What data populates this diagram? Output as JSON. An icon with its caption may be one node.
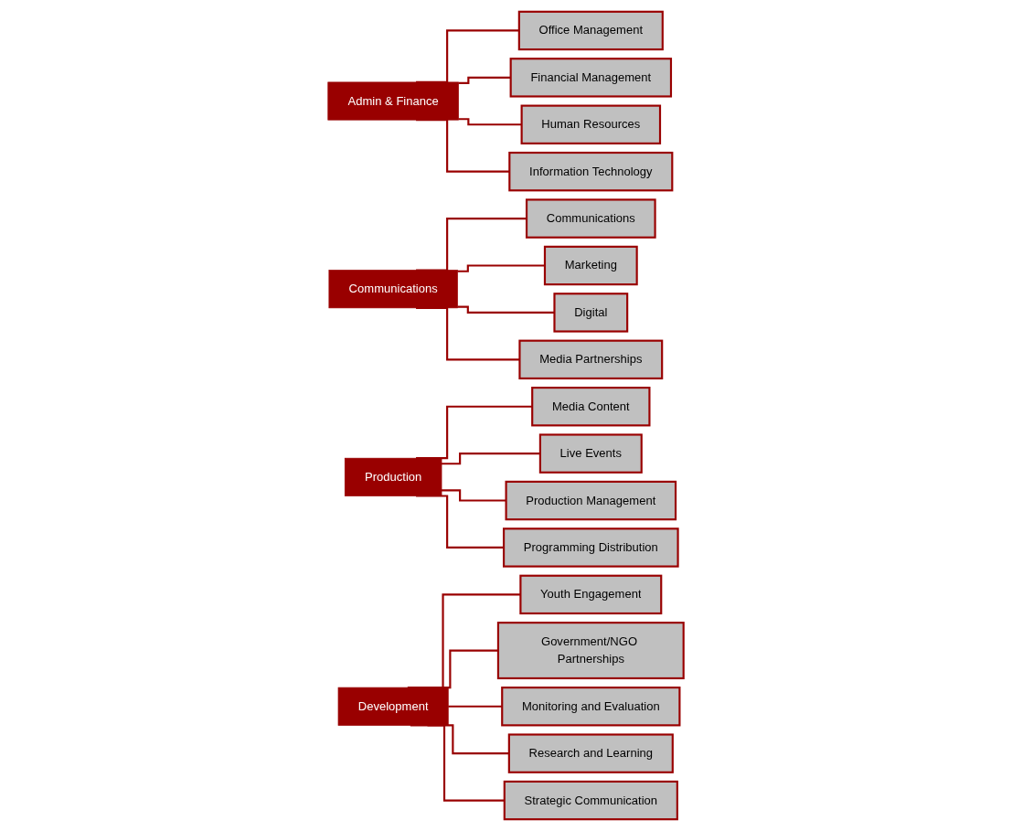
{
  "diagram": {
    "nodes": [
      {
        "text": [
          "Admin & Finance"
        ]
      },
      {
        "text": [
          "Office Management"
        ]
      },
      {
        "text": [
          "Financial Management"
        ]
      },
      {
        "text": [
          "Human Resources"
        ]
      },
      {
        "text": [
          "Information Technology"
        ]
      },
      {
        "text": [
          "Communications"
        ]
      },
      {
        "text": [
          "Communications"
        ]
      },
      {
        "text": [
          "Marketing"
        ]
      },
      {
        "text": [
          "Digital"
        ]
      },
      {
        "text": [
          "Media Partnerships"
        ]
      },
      {
        "text": [
          "Production"
        ]
      },
      {
        "text": [
          "Media Content"
        ]
      },
      {
        "text": [
          "Live Events"
        ]
      },
      {
        "text": [
          "Production Management"
        ]
      },
      {
        "text": [
          "Programming Distribution"
        ]
      },
      {
        "text": [
          "Development"
        ]
      },
      {
        "text": [
          "Youth Engagement"
        ]
      },
      {
        "text": [
          "Government/NGO Partnerships"
        ]
      },
      {
        "text": [
          "Monitoring and Evaluation"
        ]
      },
      {
        "text": [
          "Research and Learning"
        ]
      },
      {
        "text": [
          "Strategic Communication"
        ]
      }
    ],
    "edges": [
      {
        "from": 0,
        "to": 1,
        "arrow": "none"
      },
      {
        "from": 0,
        "to": 2,
        "arrow": "none"
      },
      {
        "from": 0,
        "to": 3,
        "arrow": "none"
      },
      {
        "from": 0,
        "to": 4,
        "arrow": "none"
      },
      {
        "from": 5,
        "to": 6,
        "arrow": "none"
      },
      {
        "from": 5,
        "to": 7,
        "arrow": "none"
      },
      {
        "from": 5,
        "to": 8,
        "arrow": "none"
      },
      {
        "from": 5,
        "to": 9,
        "arrow": "none"
      },
      {
        "from": 10,
        "to": 11,
        "arrow": "none"
      },
      {
        "from": 10,
        "to": 12,
        "arrow": "none"
      },
      {
        "from": 10,
        "to": 13,
        "arrow": "none"
      },
      {
        "from": 10,
        "to": 14,
        "arrow": "none"
      },
      {
        "from": 15,
        "to": 16,
        "arrow": "none"
      },
      {
        "from": 15,
        "to": 17,
        "arrow": "none"
      },
      {
        "from": 15,
        "to": 18,
        "arrow": "none"
      },
      {
        "from": 15,
        "to": 19,
        "arrow": "none"
      },
      {
        "from": 15,
        "to": 20,
        "arrow": "none"
      }
    ]
  }
}
